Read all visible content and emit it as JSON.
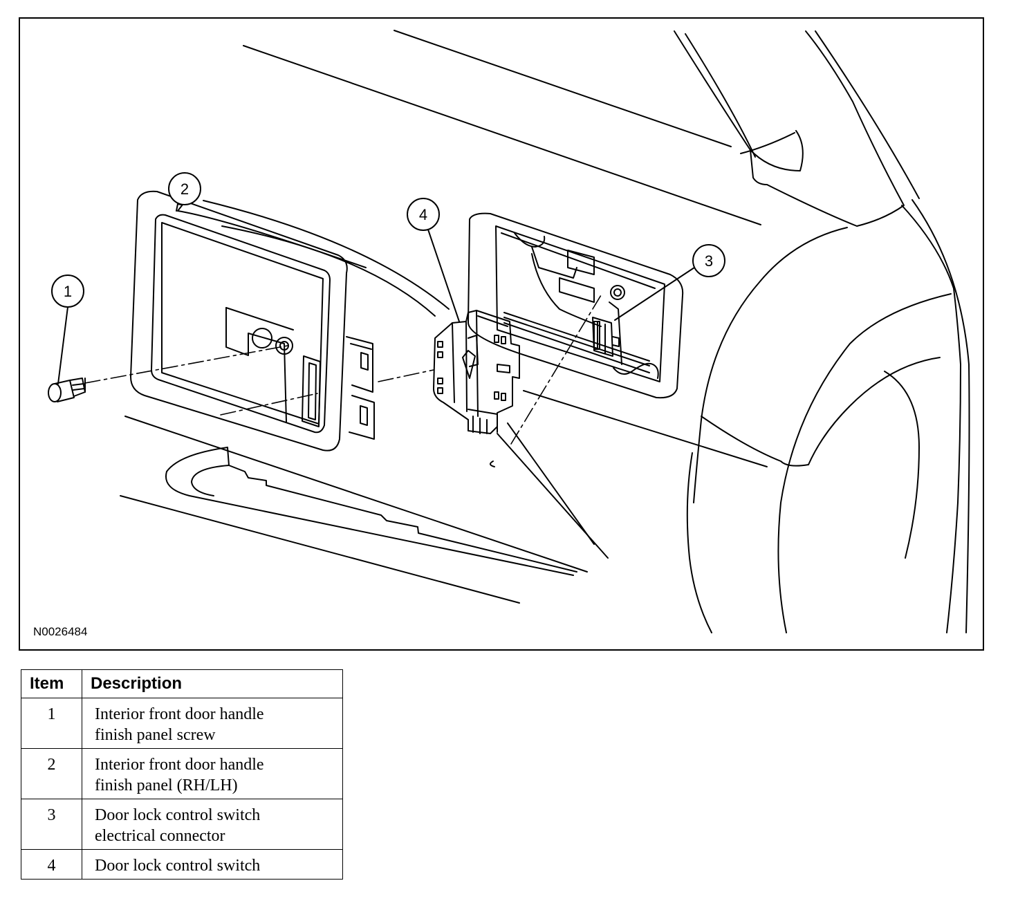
{
  "figure": {
    "id": "N0026484",
    "callouts": [
      "1",
      "2",
      "3",
      "4"
    ]
  },
  "legend": {
    "headers": {
      "item": "Item",
      "description": "Description"
    },
    "rows": [
      {
        "item": "1",
        "line1": "Interior front door handle",
        "line2": "finish panel screw"
      },
      {
        "item": "2",
        "line1": "Interior front door handle",
        "line2": "finish panel (RH/LH)"
      },
      {
        "item": "3",
        "line1": "Door lock control switch",
        "line2": "electrical connector"
      },
      {
        "item": "4",
        "line1": "Door lock control switch",
        "line2": ""
      }
    ]
  },
  "colors": {
    "line": "#000000",
    "background": "#ffffff"
  }
}
